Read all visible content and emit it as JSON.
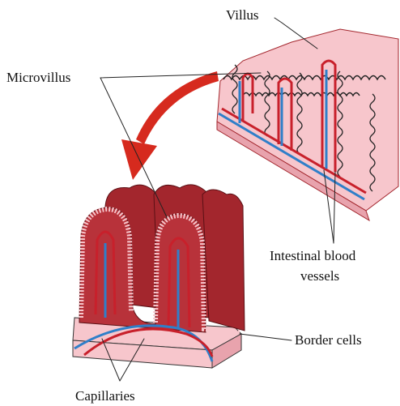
{
  "labels": {
    "villus": "Villus",
    "microvillus": "Microvillus",
    "intestinal_blood_vessels_line1": "Intestinal blood",
    "intestinal_blood_vessels_line2": "vessels",
    "border_cells": "Border cells",
    "capillaries": "Capillaries"
  },
  "colors": {
    "tissue_pink": "#f7c6cc",
    "tissue_pink_dark": "#e8a3ad",
    "villus_dark_red": "#a3262d",
    "villus_red": "#b8323a",
    "blood_red": "#c8202b",
    "blood_blue": "#2f7fc9",
    "arrow_red": "#d62a1e",
    "leader_line": "#222222"
  }
}
